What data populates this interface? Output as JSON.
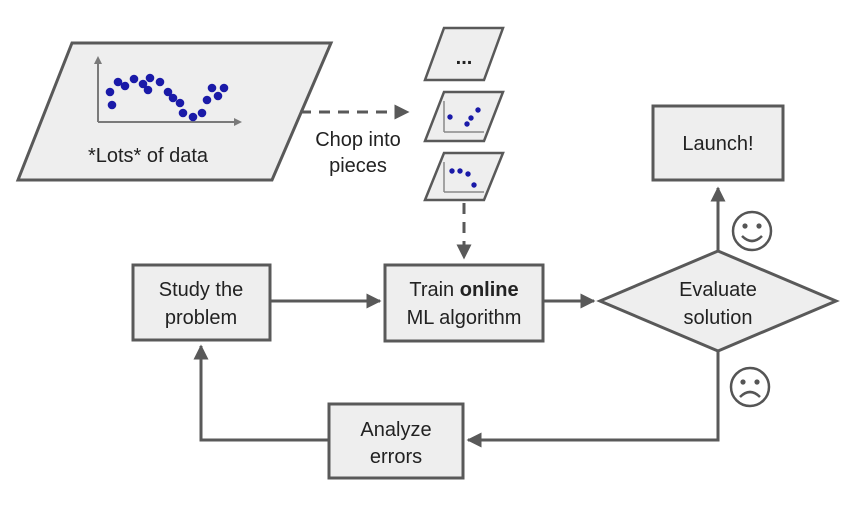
{
  "data_box": {
    "label": "*Lots* of data"
  },
  "chop": {
    "line1": "Chop into",
    "line2": "pieces"
  },
  "ellipsis_piece": {
    "label": "..."
  },
  "study": {
    "line1": "Study the",
    "line2": "problem"
  },
  "train": {
    "line1_prefix": "Train ",
    "line1_bold": "online",
    "line2": "ML algorithm"
  },
  "evaluate": {
    "line1": "Evaluate",
    "line2": "solution"
  },
  "launch": {
    "label": "Launch!"
  },
  "analyze": {
    "line1": "Analyze",
    "line2": "errors"
  },
  "outcomes": {
    "good": "happy-face-icon",
    "bad": "sad-face-icon"
  },
  "colors": {
    "dots": "#1a1aa8",
    "box_fill": "#eeeeee",
    "stroke": "#595959"
  }
}
